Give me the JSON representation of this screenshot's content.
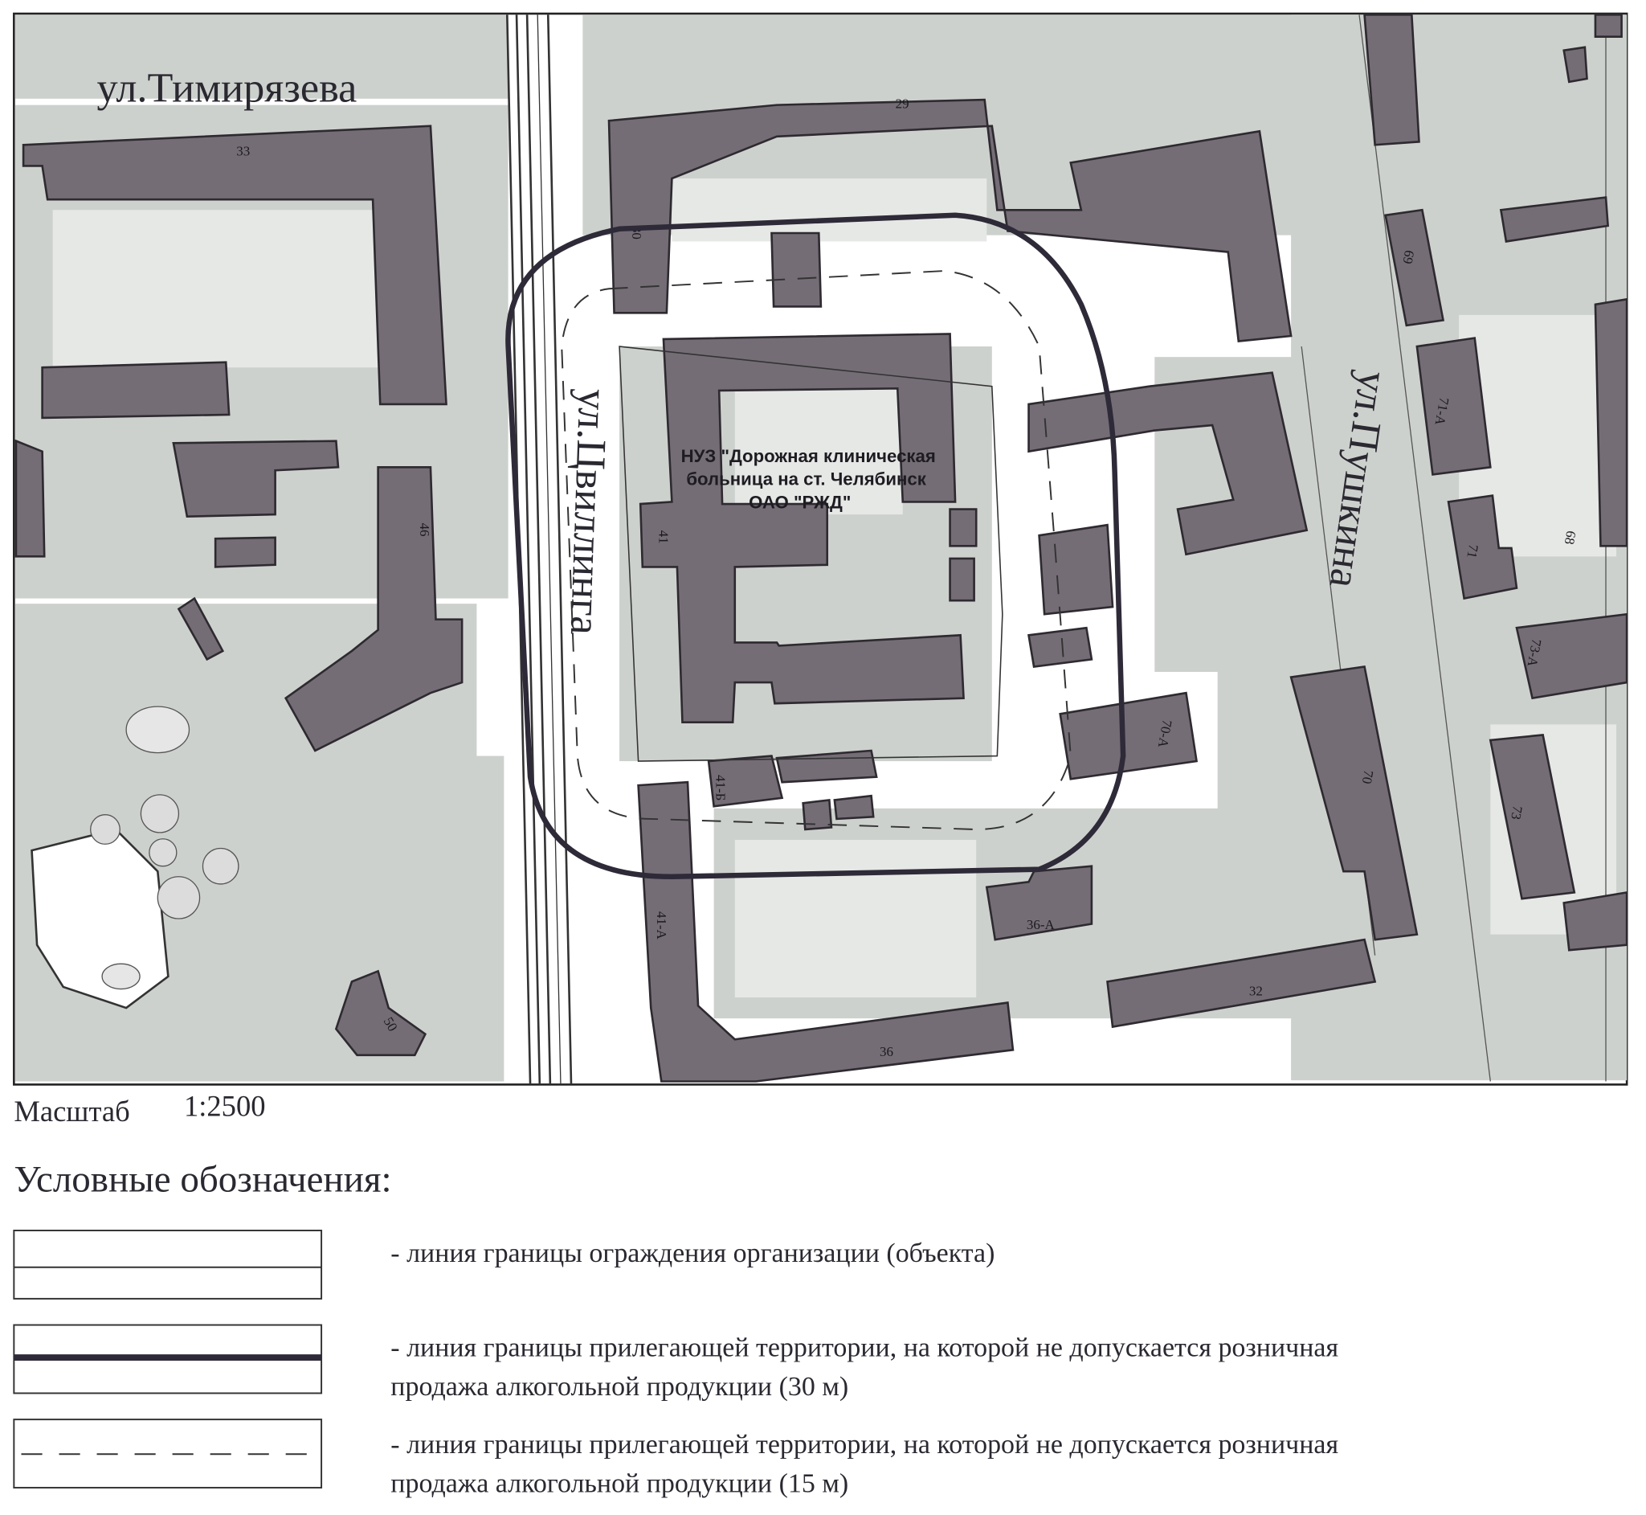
{
  "map": {
    "streets": {
      "timiryazeva": "ул.Тимирязева",
      "tsvillinga": "ул.Цвиллинга",
      "pushkina": "ул.Пушкина"
    },
    "facility": {
      "line1": "НУЗ \"Дорожная клиническая",
      "line2": "больница на ст. Челябинск",
      "line3": "ОАО \"РЖД\""
    },
    "building_numbers": [
      "33",
      "29",
      "30",
      "46",
      "41",
      "69",
      "68",
      "71-А",
      "71",
      "73-А",
      "70-А",
      "70",
      "73",
      "41-Б",
      "36-А",
      "41-А",
      "32",
      "36",
      "50"
    ],
    "colors": {
      "building": "#746d76",
      "yard": "#cdd1cd",
      "boundary": "#2e2a38"
    }
  },
  "scale": {
    "label": "Масштаб",
    "value": "1:2500"
  },
  "legend": {
    "title": "Условные обозначения:",
    "items": [
      {
        "line1": "- линия границы ограждения организации (объекта)",
        "line2": ""
      },
      {
        "line1": "- линия границы прилегающей территории, на которой не допускается розничная",
        "line2": "продажа алкогольной продукции (30 м)"
      },
      {
        "line1": "- линия границы прилегающей территории, на которой не допускается розничная",
        "line2": "продажа алкогольной продукции (15 м)"
      }
    ]
  }
}
